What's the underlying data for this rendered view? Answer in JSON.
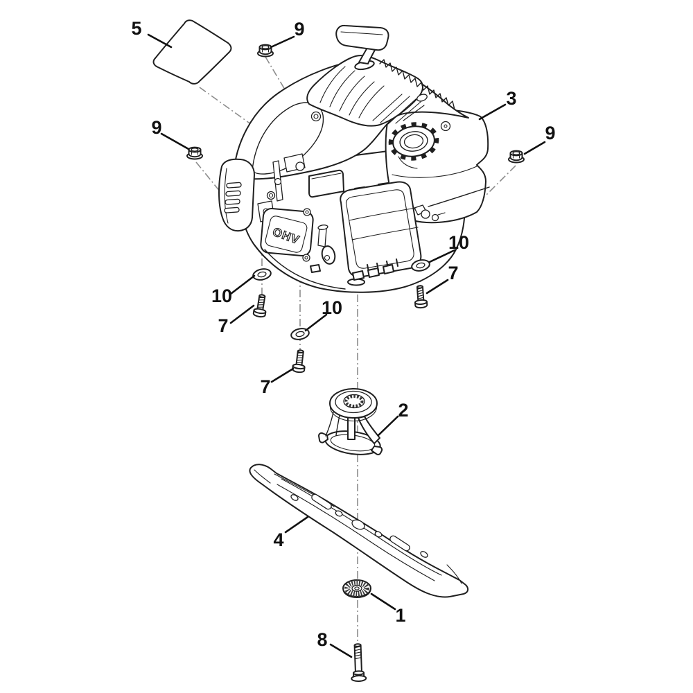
{
  "diagram": {
    "background": "#ffffff",
    "colors": {
      "line": "#1f1f1f",
      "centerline": "#8c8c8c",
      "text": "#111111",
      "leader": "#111111"
    },
    "engine_badge": "OHV",
    "callouts": [
      "5",
      "9",
      "9",
      "3",
      "9",
      "10",
      "7",
      "10",
      "7",
      "10",
      "7",
      "2",
      "4",
      "1",
      "8"
    ]
  }
}
